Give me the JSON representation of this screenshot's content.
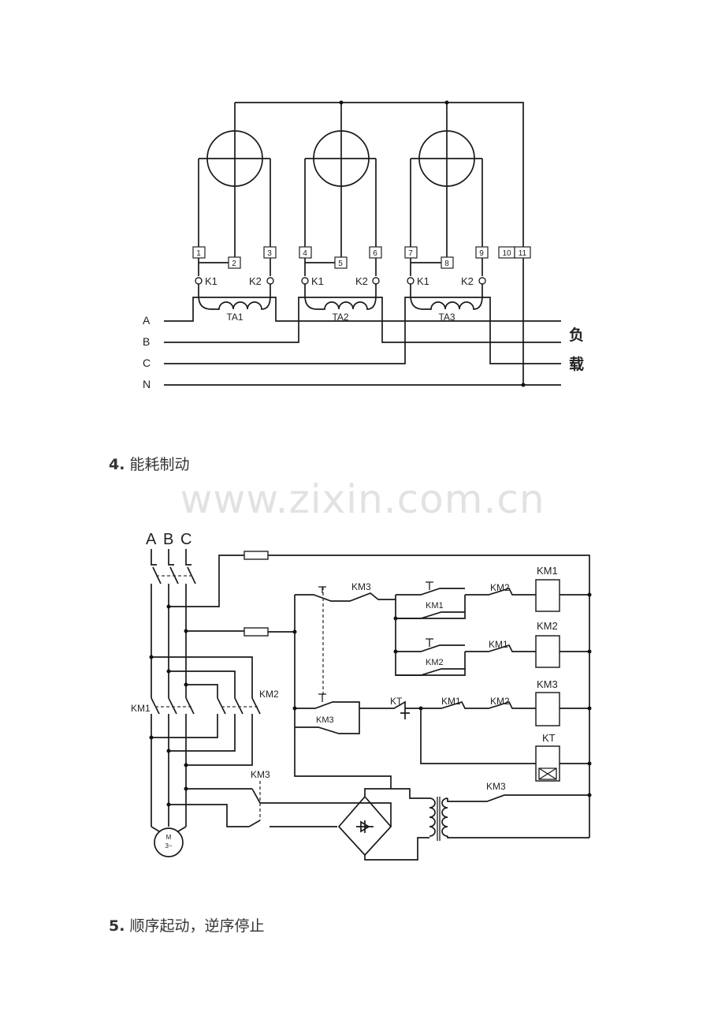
{
  "diagram1": {
    "terminals": [
      "1",
      "2",
      "3",
      "4",
      "5",
      "6",
      "7",
      "8",
      "9",
      "10",
      "11"
    ],
    "ct_labels": [
      "TA1",
      "TA2",
      "TA3"
    ],
    "k1": "K1",
    "k2": "K2",
    "lines": [
      "A",
      "B",
      "C",
      "N"
    ],
    "load_1": "负",
    "load_2": "载"
  },
  "heading4": {
    "number": "4.",
    "text": "能耗制动"
  },
  "watermark": "www.zixin.com.cn",
  "diagram2": {
    "phases": [
      "A",
      "B",
      "C"
    ],
    "km1": "KM1",
    "km2": "KM2",
    "km3": "KM3",
    "kt": "KT",
    "motor_top": "M",
    "motor_bottom": "3~"
  },
  "heading5": {
    "number": "5.",
    "text": "顺序起动，逆序停止"
  }
}
